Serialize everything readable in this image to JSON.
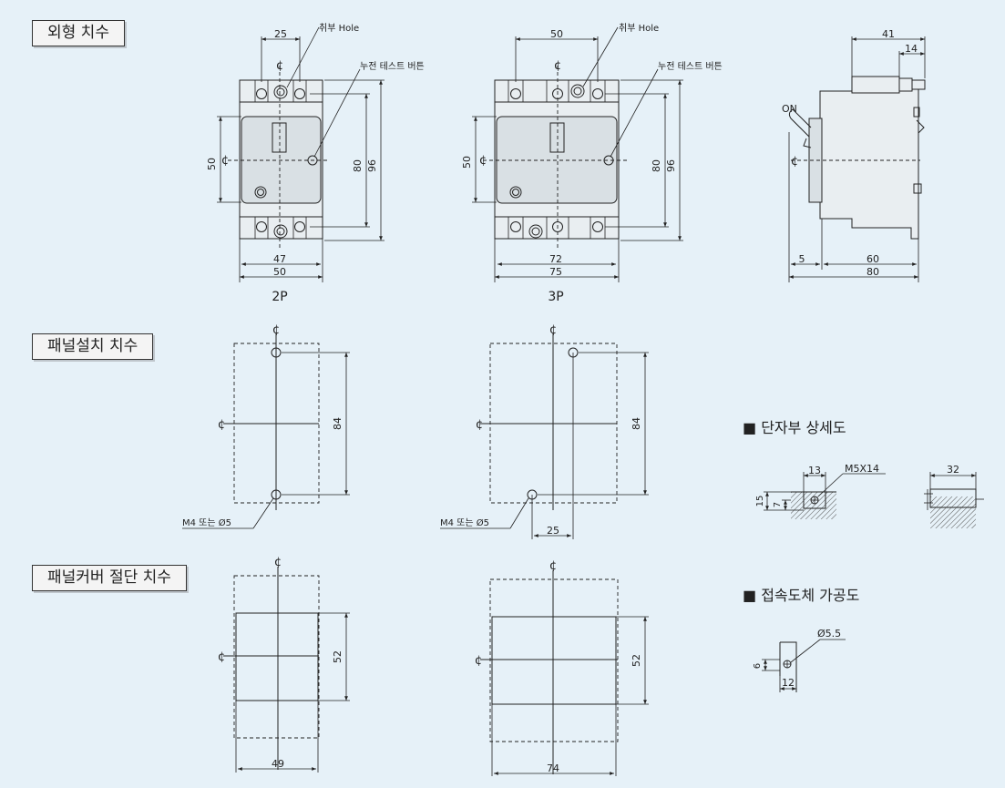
{
  "sections": {
    "outline": "외형 치수",
    "panel_mount": "패널설치 치수",
    "panel_cutout": "패널커버 절단 치수"
  },
  "details": {
    "terminal": "■ 단자부 상세도",
    "conductor": "■ 접속도체 가공도"
  },
  "labels": {
    "cl": "¢",
    "mount_hole": "취부 Hole",
    "leak_test": "누전 테스트 버튼",
    "on": "ON",
    "model_2p": "2P",
    "model_3p": "3P",
    "screw_2p": "M4 또는 Ø5",
    "screw_3p": "M4  또는 Ø5",
    "terminal_screw": "M5X14",
    "conductor_hole": "Ø5.5"
  },
  "dims_2p": {
    "top": "25",
    "h_inner": "50",
    "h_mid": "80",
    "h_total": "96",
    "w_inner": "47",
    "w_total": "50"
  },
  "dims_3p": {
    "top": "50",
    "h_inner": "50",
    "h_mid": "80",
    "h_total": "96",
    "w_inner": "72",
    "w_total": "75"
  },
  "dims_side": {
    "top": "41",
    "top_small": "14",
    "bottom_small": "5",
    "bottom_mid": "60",
    "bottom_total": "80"
  },
  "dims_mount": {
    "h_2p": "84",
    "h_3p": "84",
    "offset_3p": "25"
  },
  "dims_cutout": {
    "h_2p": "52",
    "w_2p": "49",
    "h_3p": "52",
    "w_3p": "74"
  },
  "dims_terminal": {
    "width": "13",
    "height": "15",
    "depth": "7",
    "length": "32"
  },
  "dims_conductor": {
    "height": "6",
    "width": "12"
  }
}
